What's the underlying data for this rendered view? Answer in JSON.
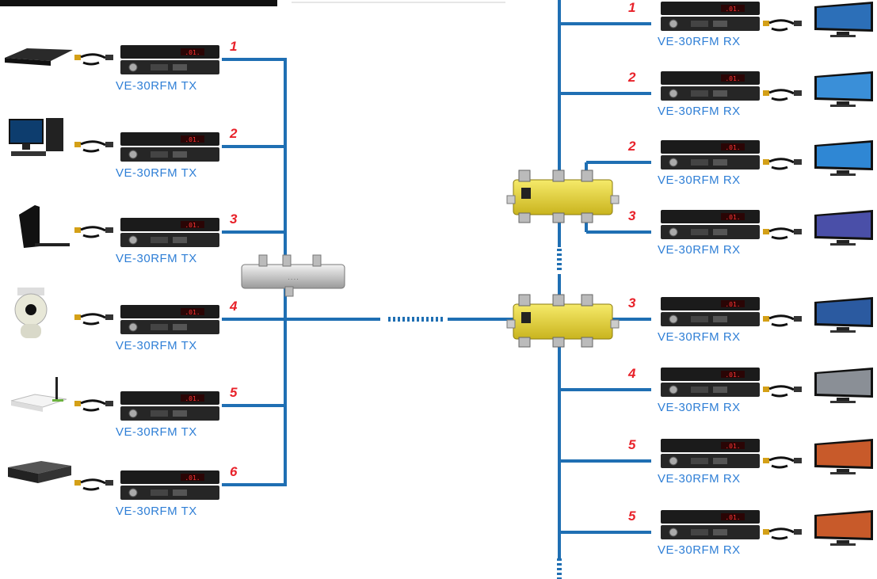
{
  "tx": [
    {
      "channel": "1",
      "label": "VE-30RFM TX",
      "source": "blu-ray-player"
    },
    {
      "channel": "2",
      "label": "VE-30RFM TX",
      "source": "desktop-computer"
    },
    {
      "channel": "3",
      "label": "VE-30RFM TX",
      "source": "game-console"
    },
    {
      "channel": "4",
      "label": "VE-30RFM TX",
      "source": "security-camera"
    },
    {
      "channel": "5",
      "label": "VE-30RFM TX",
      "source": "wifi-router"
    },
    {
      "channel": "6",
      "label": "VE-30RFM TX",
      "source": "dvr-box"
    }
  ],
  "rx": [
    {
      "channel": "1",
      "label": "VE-30RFM RX",
      "screen": "tv-display"
    },
    {
      "channel": "2",
      "label": "VE-30RFM RX",
      "screen": "tv-display"
    },
    {
      "channel": "2",
      "label": "VE-30RFM RX",
      "screen": "tv-display"
    },
    {
      "channel": "3",
      "label": "VE-30RFM RX",
      "screen": "tv-display"
    },
    {
      "channel": "3",
      "label": "VE-30RFM RX",
      "screen": "tv-display"
    },
    {
      "channel": "4",
      "label": "VE-30RFM RX",
      "screen": "tv-display"
    },
    {
      "channel": "5",
      "label": "VE-30RFM RX",
      "screen": "tv-display"
    },
    {
      "channel": "5",
      "label": "VE-30RFM RX",
      "screen": "tv-display"
    }
  ],
  "colors": {
    "cable": "#1f6fb3",
    "label": "#2f7fd6",
    "channel": "#e8222a",
    "device": "#1a1a1a",
    "tap": "#e9d53a",
    "splitter": "#c9c9c9"
  }
}
